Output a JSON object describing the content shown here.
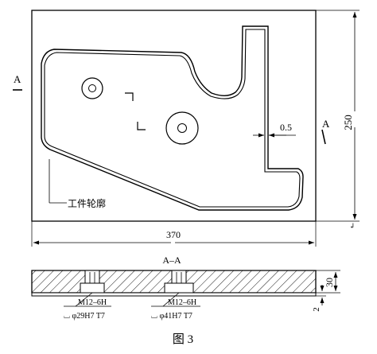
{
  "plan_view": {
    "section_mark_left": "A",
    "section_mark_right": "A",
    "dim_gap": "0.5",
    "dim_height": "250",
    "dim_width": "370",
    "callout_contour": "工件轮廓"
  },
  "section_view": {
    "title": "A–A",
    "dim_thickness": "30",
    "dim_recess": "2",
    "hole_left": {
      "thread": "M12–6H",
      "counterbore": "⌴ φ29H7 T7"
    },
    "hole_right": {
      "thread": "M12–6H",
      "counterbore": "⌴ φ41H7 T7"
    }
  },
  "caption": "图 3",
  "corner_mark": "↲"
}
